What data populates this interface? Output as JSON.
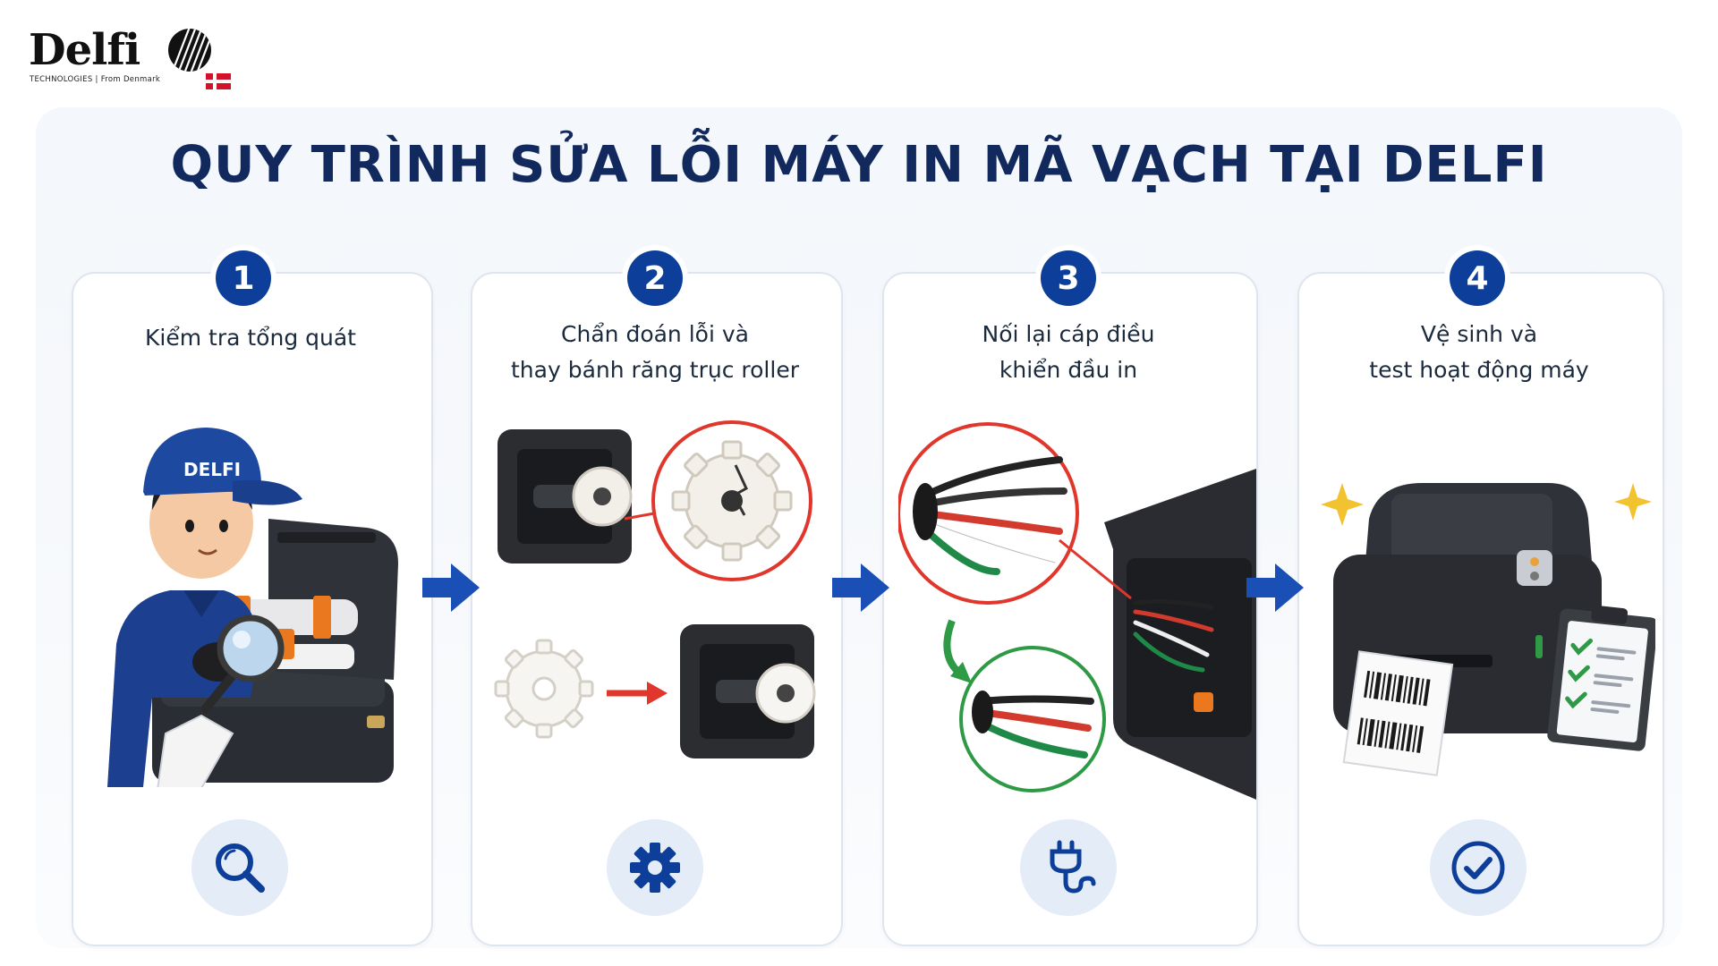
{
  "logo": {
    "wordmark": "Delfi",
    "tagline": "TECHNOLOGIES | From Denmark"
  },
  "title": "QUY TRÌNH SỬA LỖI MÁY IN MÃ VẠCH TẠI DELFI",
  "colors": {
    "navy": "#12295e",
    "step_blue": "#0d3f9a",
    "arrow_blue": "#1a4fb5",
    "red_highlight": "#e0362c",
    "green_highlight": "#2e9a45",
    "icon_circle": "#e4ecf8"
  },
  "steps": [
    {
      "number": "1",
      "label_lines": [
        "Kiểm tra tổng quát"
      ],
      "cap_text": "DELFI",
      "icon": "magnifier-icon"
    },
    {
      "number": "2",
      "label_lines": [
        "Chẩn đoán lỗi và",
        "thay bánh răng trục roller"
      ],
      "icon": "gear-icon"
    },
    {
      "number": "3",
      "label_lines": [
        "Nối lại cáp điều",
        "khiển đầu in"
      ],
      "icon": "cable-plug-icon"
    },
    {
      "number": "4",
      "label_lines": [
        "Vệ sinh và",
        "test hoạt động máy"
      ],
      "icon": "check-circle-icon"
    }
  ]
}
